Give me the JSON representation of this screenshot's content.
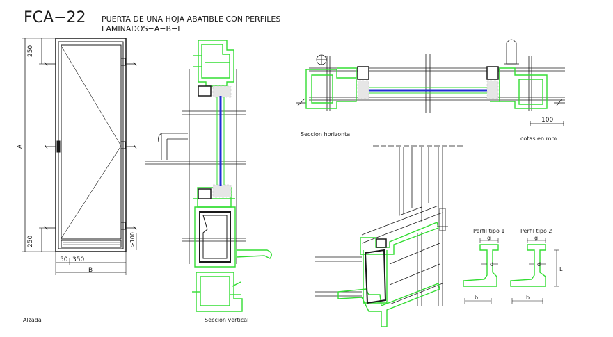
{
  "header": {
    "code": "FCA−22",
    "title_line1": "PUERTA DE UNA HOJA ABATIBLE CON PERFILES",
    "title_line2": "LAMINADOS−A−B−L"
  },
  "elevation": {
    "dim_top": "250",
    "dim_bottom": "250",
    "dim_height": "A",
    "dim_width": "B",
    "dim_bottom_left": "50",
    "dim_bottom_mid": "350",
    "dim_min": ">100",
    "caption": "Alzada"
  },
  "vertical_section": {
    "caption": "Seccion vertical"
  },
  "horizontal_section": {
    "caption": "Seccion horizontal",
    "scale_value": "100",
    "units_note": "cotas en mm."
  },
  "profiles": {
    "type1_label": "Perfil tipo 1",
    "type2_label": "Perfil tipo 2",
    "dim_g": "g",
    "dim_d": "d",
    "dim_b": "b",
    "dim_l": "L"
  },
  "colors": {
    "profile": "#33dd33",
    "glass": "#1f2fd6",
    "line": "#1a1a1a"
  }
}
